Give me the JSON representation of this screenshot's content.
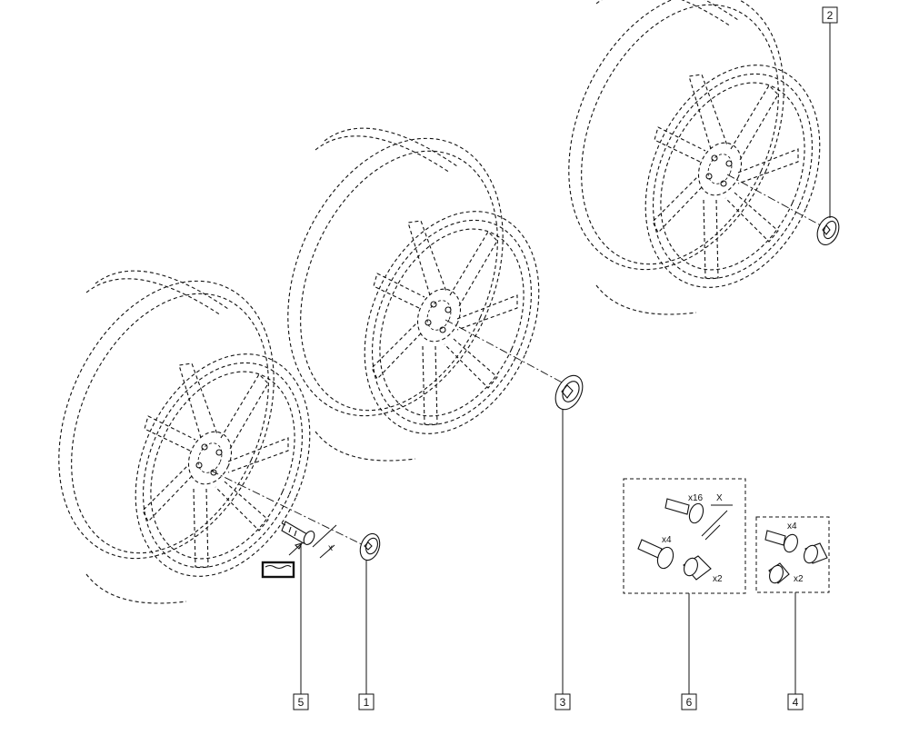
{
  "callouts": {
    "c1": "1",
    "c2": "2",
    "c3": "3",
    "c4": "4",
    "c5": "5",
    "c6": "6"
  },
  "dimension": {
    "x_lower": "x",
    "x_upper": "X"
  },
  "quantities": {
    "group6_bolt_long": "x16",
    "group6_bolt_lock": "x4",
    "group6_nut": "x2",
    "group4_bolt": "x4",
    "group4_nut": "x2"
  }
}
